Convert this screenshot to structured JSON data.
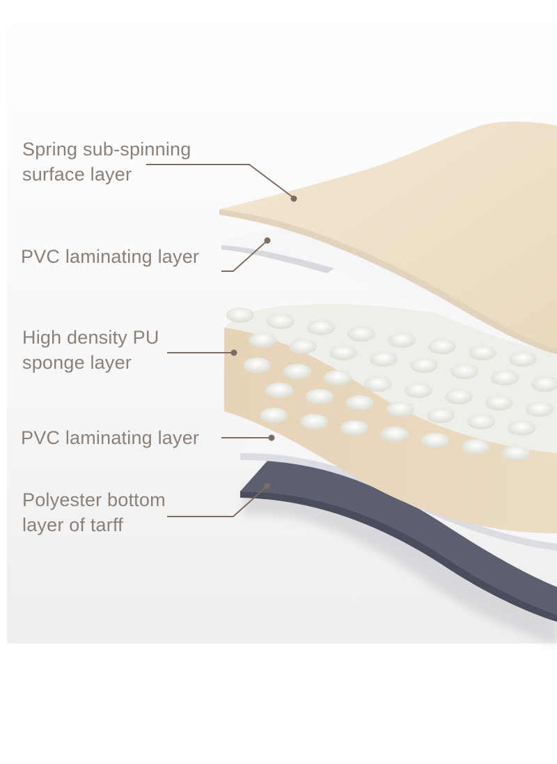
{
  "colors": {
    "label_text": "#8a8079",
    "leader_line": "#7c6c62",
    "surface_layer": "#efe1c9",
    "pvc_layer": "#f6f6f8",
    "sponge_layer": "#e8d6bd",
    "sponge_top": "#efefe9",
    "bottom_layer": "#5c5f6f"
  },
  "labels": [
    {
      "id": "surface",
      "text": "Spring sub-spinning\nsurface layer"
    },
    {
      "id": "pvc-top",
      "text": "PVC laminating layer"
    },
    {
      "id": "sponge",
      "text": "High density PU\nsponge layer"
    },
    {
      "id": "pvc-bottom",
      "text": "PVC laminating layer"
    },
    {
      "id": "bottom",
      "text": "Polyester bottom\nlayer of tarff"
    }
  ]
}
